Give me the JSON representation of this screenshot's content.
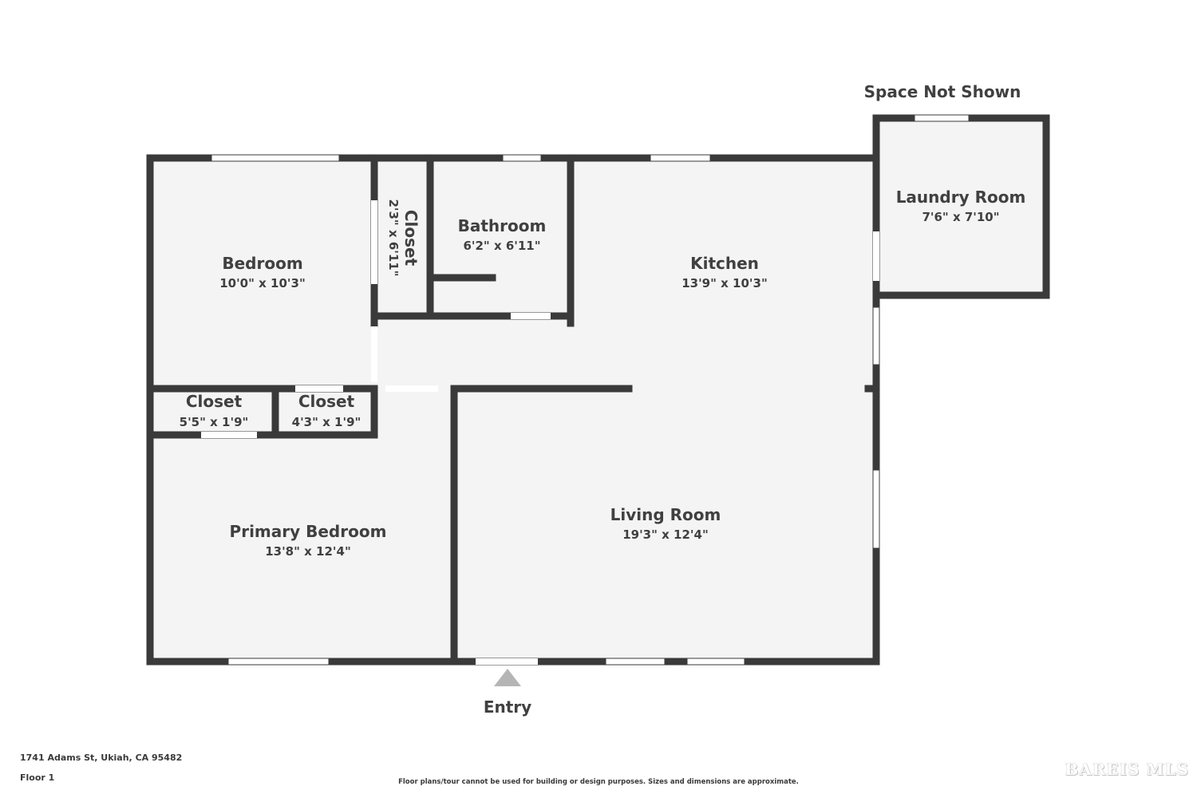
{
  "header": {
    "space_not_shown": "Space Not Shown"
  },
  "rooms": {
    "bedroom": {
      "name": "Bedroom",
      "dims": "10'0\" x 10'3\""
    },
    "closet_top": {
      "name": "Closet",
      "dims": "2'3\" x 6'11\""
    },
    "bathroom": {
      "name": "Bathroom",
      "dims": "6'2\" x 6'11\""
    },
    "kitchen": {
      "name": "Kitchen",
      "dims": "13'9\" x 10'3\""
    },
    "laundry": {
      "name": "Laundry Room",
      "dims": "7'6\" x 7'10\""
    },
    "closet_left": {
      "name": "Closet",
      "dims": "5'5\" x 1'9\""
    },
    "closet_mid": {
      "name": "Closet",
      "dims": "4'3\" x 1'9\""
    },
    "primary_bedroom": {
      "name": "Primary Bedroom",
      "dims": "13'8\" x 12'4\""
    },
    "living_room": {
      "name": "Living Room",
      "dims": "19'3\" x 12'4\""
    }
  },
  "entry": {
    "label": "Entry"
  },
  "footer": {
    "address": "1741 Adams St, Ukiah, CA 95482",
    "floor": "Floor 1",
    "disclaimer": "Floor plans/tour cannot be used for building or design purposes. Sizes and dimensions are approximate.",
    "logo": "BAREIS MLS"
  },
  "colors": {
    "wall": "#3a3a3a",
    "floor": "#f4f4f4",
    "window": "#ffffff",
    "entry_marker": "#b5b5b5"
  }
}
